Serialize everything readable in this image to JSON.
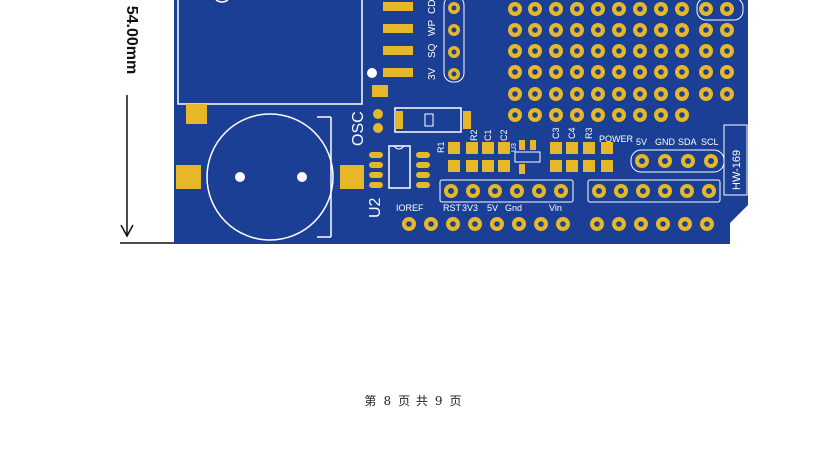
{
  "dimension": {
    "label": "54.00mm"
  },
  "board": {
    "model": "HW-169",
    "component_labels": {
      "osc": "OSC",
      "u2": "U2",
      "u3": "U3",
      "sd_pins": [
        "3V",
        "SQ",
        "WP",
        "CD"
      ],
      "r1": "R1",
      "r2": "R2",
      "c1": "C1",
      "c2": "C2",
      "c3": "C3",
      "c4": "C4",
      "r3": "R3",
      "power": "POWER",
      "i2c_pins": [
        "5V",
        "GND",
        "SDA",
        "SCL"
      ],
      "ioref": "IOREF",
      "power_header": [
        "RST",
        "3V3",
        "5V",
        "Gnd",
        "Vin"
      ]
    }
  },
  "footer": {
    "prefix": "第",
    "page": "8",
    "middle": "页 共",
    "total": "9",
    "suffix": "页"
  },
  "colors": {
    "pcb": "#1a3f94",
    "pad": "#e6b829",
    "silk": "#ffffff",
    "line": "#0a1a3a"
  }
}
